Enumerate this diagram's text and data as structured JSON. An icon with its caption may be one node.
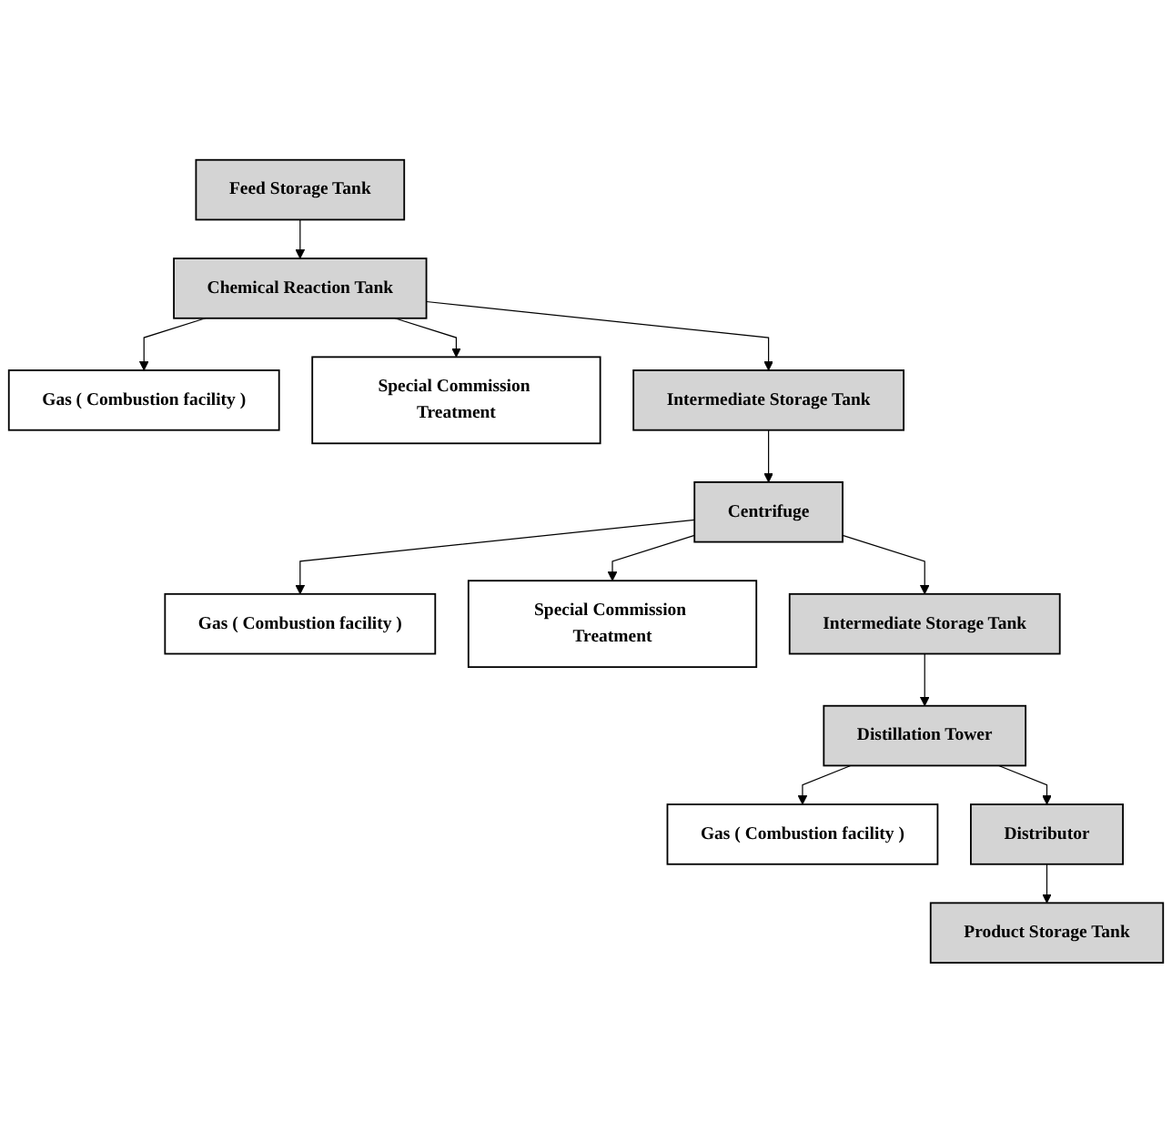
{
  "diagram": {
    "nodes": [
      {
        "text": [
          "Feed Storage Tank"
        ]
      },
      {
        "text": [
          "Chemical Reaction Tank"
        ]
      },
      {
        "text": [
          "Gas ( Combustion facility )"
        ]
      },
      {
        "text": [
          "Special Commission Treatment"
        ]
      },
      {
        "text": [
          "Intermediate Storage Tank"
        ]
      },
      {
        "text": [
          "Centrifuge"
        ]
      },
      {
        "text": [
          "Gas ( Combustion facility )"
        ]
      },
      {
        "text": [
          "Special Commission Treatment"
        ]
      },
      {
        "text": [
          "Intermediate Storage Tank"
        ]
      },
      {
        "text": [
          "Distillation Tower"
        ]
      },
      {
        "text": [
          "Gas ( Combustion facility )"
        ]
      },
      {
        "text": [
          "Distributor"
        ]
      },
      {
        "text": [
          "Product Storage Tank"
        ]
      }
    ],
    "edges": [
      {
        "from": 0,
        "to": 1,
        "arrow": "to"
      },
      {
        "from": 1,
        "to": 2,
        "arrow": "to"
      },
      {
        "from": 1,
        "to": 3,
        "arrow": "to"
      },
      {
        "from": 1,
        "to": 4,
        "arrow": "to"
      },
      {
        "from": 4,
        "to": 5,
        "arrow": "to"
      },
      {
        "from": 5,
        "to": 6,
        "arrow": "to"
      },
      {
        "from": 5,
        "to": 7,
        "arrow": "to"
      },
      {
        "from": 5,
        "to": 8,
        "arrow": "to"
      },
      {
        "from": 8,
        "to": 9,
        "arrow": "to"
      },
      {
        "from": 9,
        "to": 10,
        "arrow": "to"
      },
      {
        "from": 9,
        "to": 11,
        "arrow": "to"
      },
      {
        "from": 11,
        "to": 12,
        "arrow": "to"
      }
    ]
  }
}
